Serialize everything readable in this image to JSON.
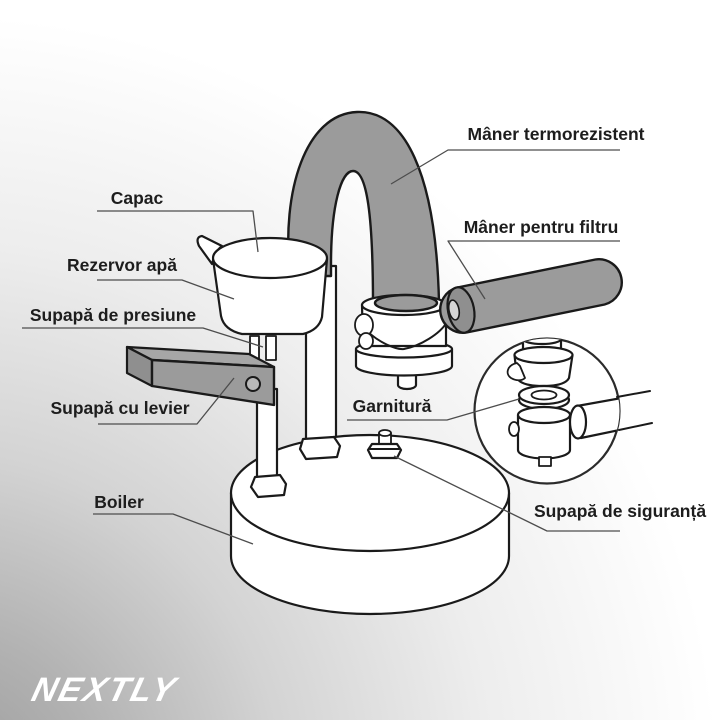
{
  "colors": {
    "label": "#1d1d1d",
    "outline": "#1a1a1a",
    "gray_fill": "#9b9b9b",
    "gray_dark": "#8f8f8f",
    "leader": "#4d4d4d",
    "logo": "#ffffff",
    "bg_dark": "#9a9a9a",
    "bg_light": "#ffffff"
  },
  "brand": {
    "logo_text": "NEXTLY"
  },
  "diagram": {
    "subject": "espresso-maker-parts",
    "labels": {
      "capac": "Capac",
      "rezervor_apa": "Rezervor apă",
      "supapa_presiune": "Supapă de presiune",
      "supapa_levier": "Supapă cu levier",
      "maner_termo": "Mâner termorezistent",
      "maner_filtru": "Mâner pentru filtru",
      "garnitura": "Garnitură",
      "boiler": "Boiler",
      "supapa_siguranta": "Supapă de siguranță"
    }
  }
}
